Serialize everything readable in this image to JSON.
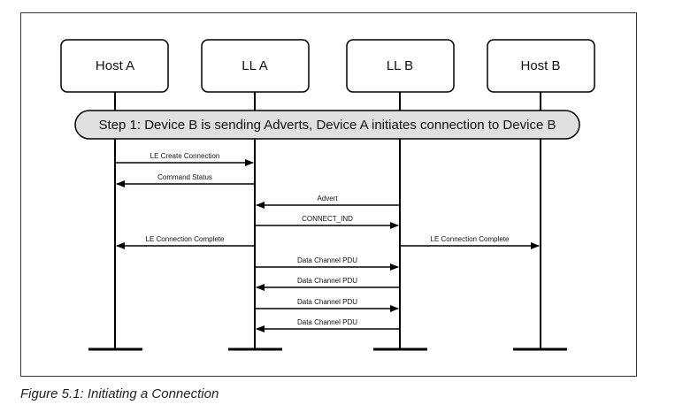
{
  "lifelines": [
    {
      "id": "host-a",
      "label": "Host A"
    },
    {
      "id": "ll-a",
      "label": "LL A"
    },
    {
      "id": "ll-b",
      "label": "LL B"
    },
    {
      "id": "host-b",
      "label": "Host B"
    }
  ],
  "step_banner": "Step 1: Device B is sending Adverts, Device A initiates connection to Device B",
  "messages": [
    {
      "label": "LE Create Connection",
      "from": "host-a",
      "to": "ll-a"
    },
    {
      "label": "Command Status",
      "from": "ll-a",
      "to": "host-a"
    },
    {
      "label": "Advert",
      "from": "ll-b",
      "to": "ll-a"
    },
    {
      "label": "CONNECT_IND",
      "from": "ll-a",
      "to": "ll-b"
    },
    {
      "label": "LE Connection Complete",
      "from": "ll-a",
      "to": "host-a"
    },
    {
      "label": "LE Connection Complete",
      "from": "ll-b",
      "to": "host-b"
    },
    {
      "label": "Data Channel PDU",
      "from": "ll-a",
      "to": "ll-b"
    },
    {
      "label": "Data Channel PDU",
      "from": "ll-b",
      "to": "ll-a"
    },
    {
      "label": "Data Channel PDU",
      "from": "ll-a",
      "to": "ll-b"
    },
    {
      "label": "Data Channel PDU",
      "from": "ll-b",
      "to": "ll-a"
    }
  ],
  "caption": "Figure 5.1:  Initiating a Connection",
  "colors": {
    "line": "#000000",
    "banner_fill": "#e0e0e0",
    "frame": "#333333"
  }
}
